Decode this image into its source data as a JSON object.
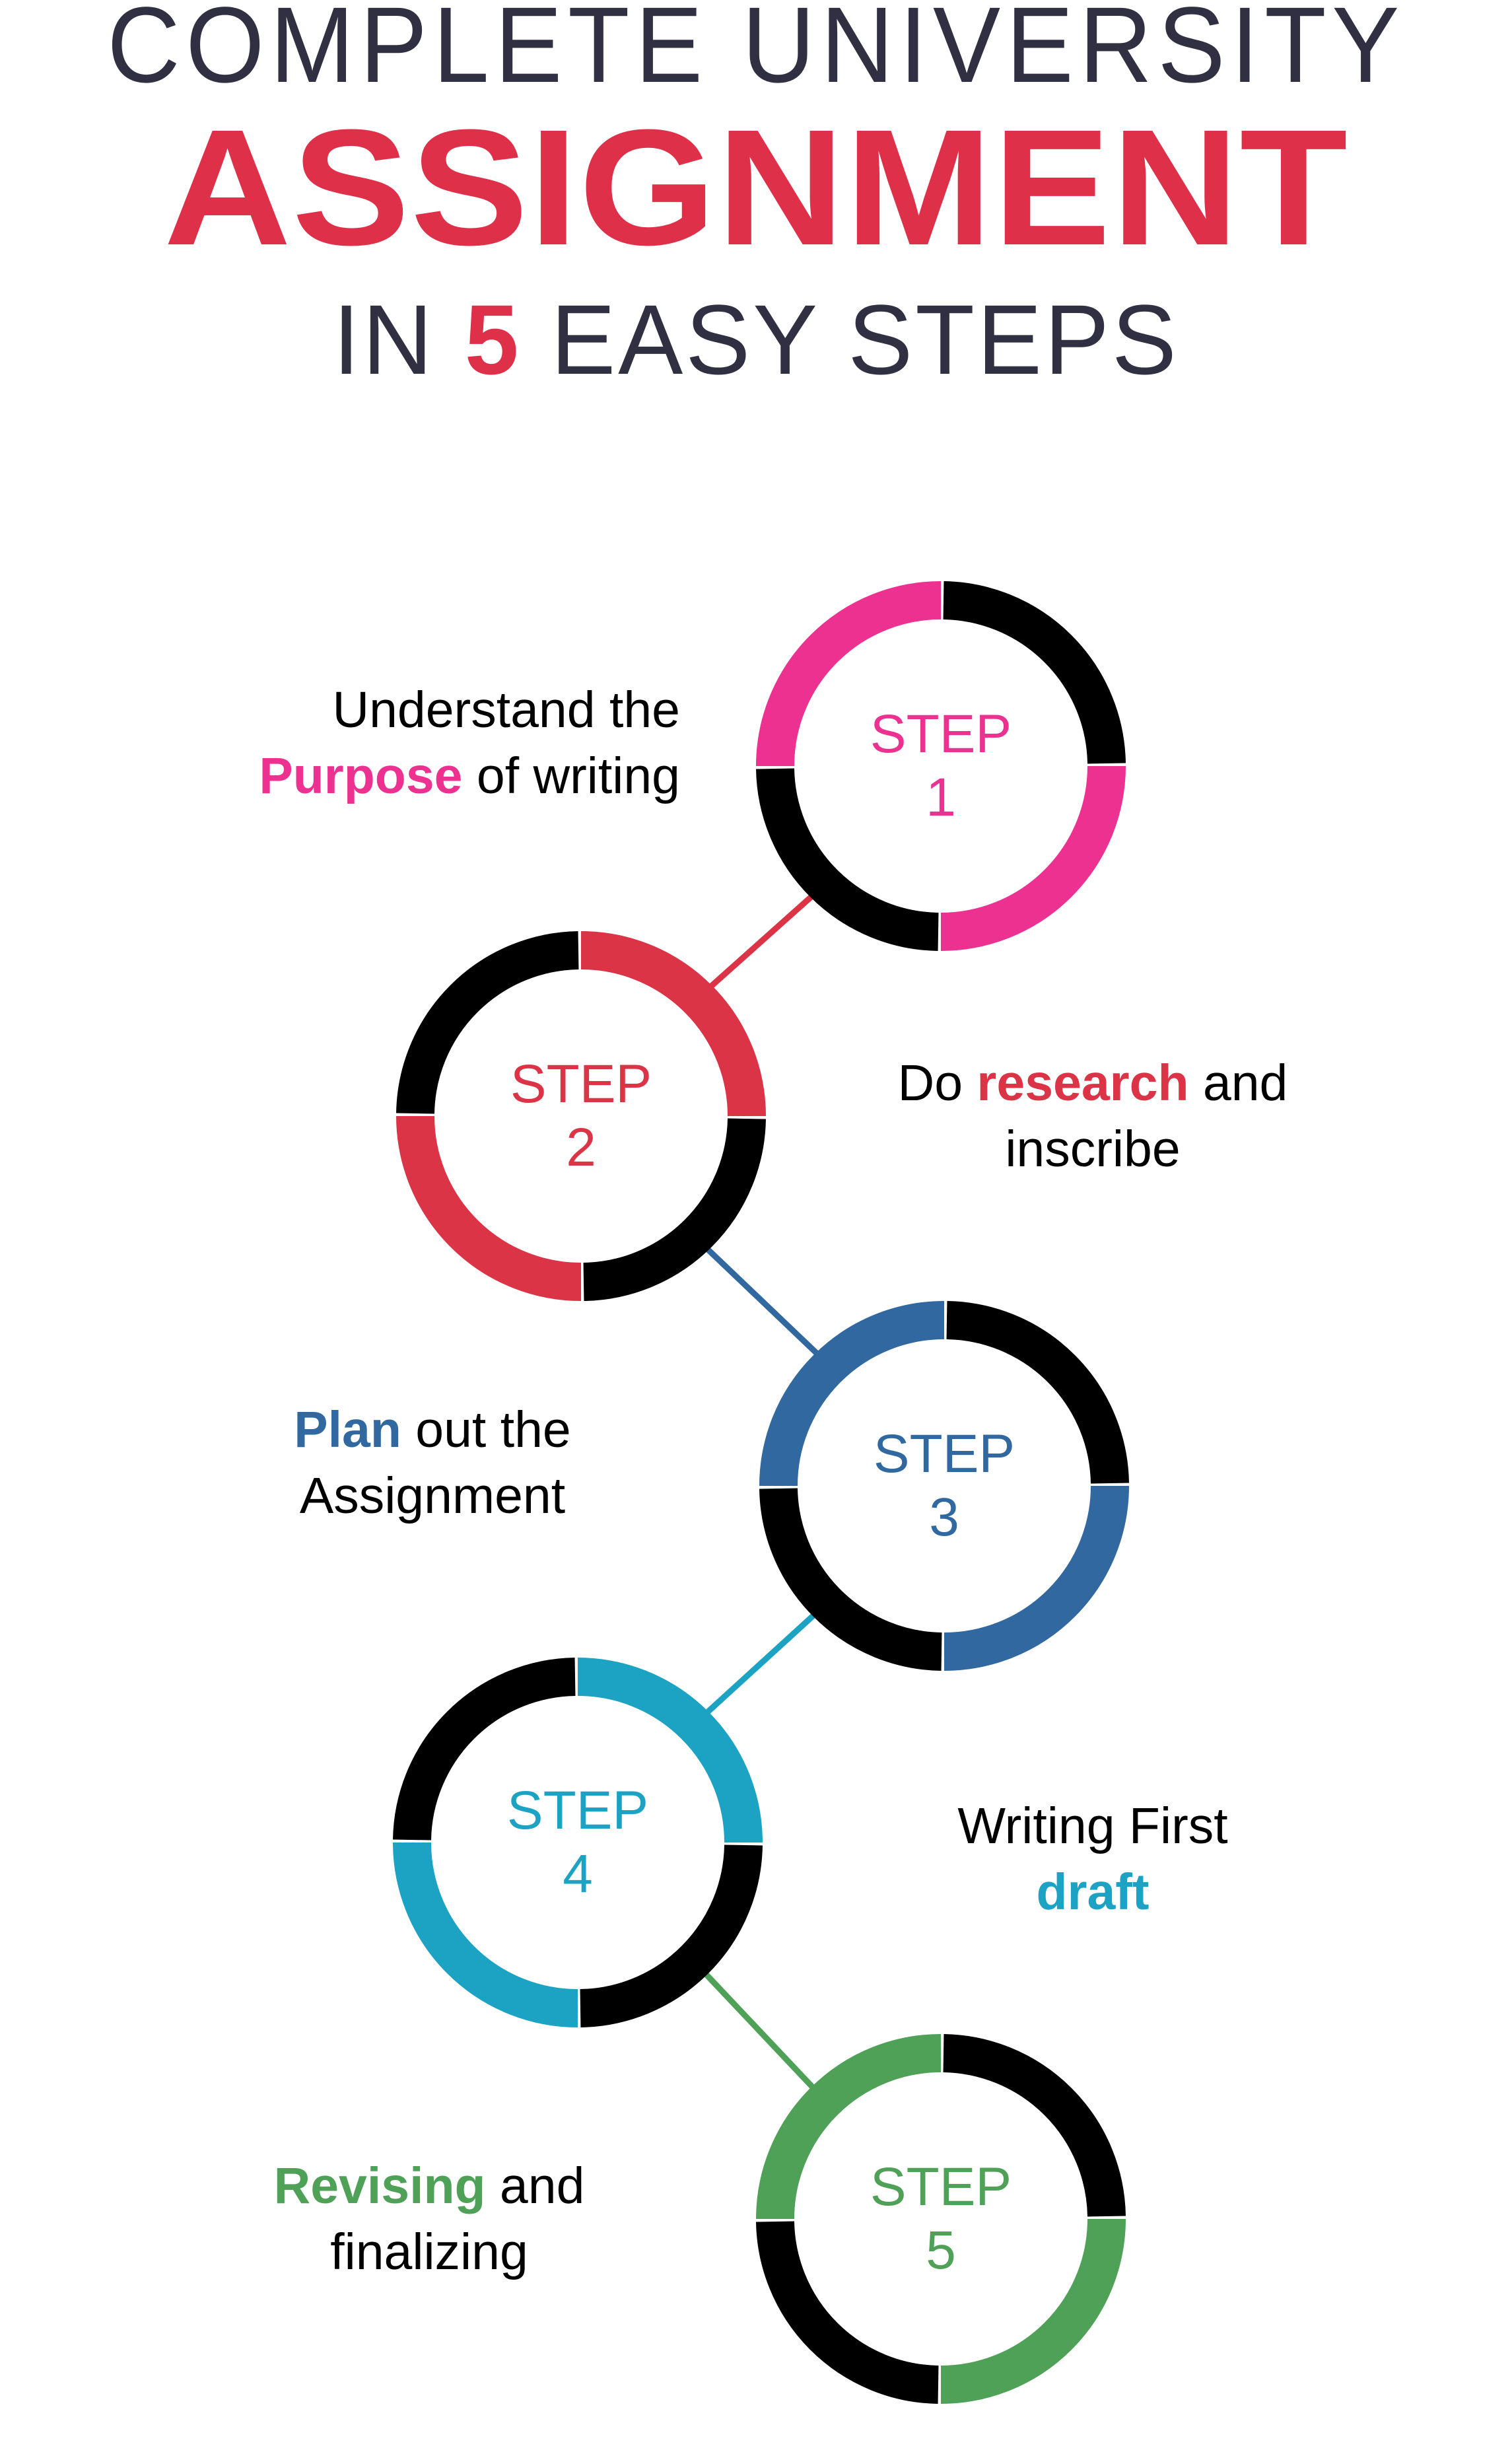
{
  "header": {
    "line1": "COMPLETE UNIVERSITY",
    "line2": "ASSIGNMENT",
    "line3_pre": "IN ",
    "line3_num": "5",
    "line3_post": " EASY STEPS"
  },
  "colors": {
    "dark_navy": "#313043",
    "brand_red": "#DE3049",
    "step1_pink": "#EC3191",
    "step2_red": "#DB3447",
    "step3_blue": "#30689F",
    "step4_cyan": "#1CA3C4",
    "step5_green": "#4EA157",
    "ring_black": "#000000",
    "text_black": "#000000",
    "background": "#FFFFFF"
  },
  "chart_data": {
    "type": "diagram",
    "title": "COMPLETE UNIVERSITY ASSIGNMENT IN 5 EASY STEPS",
    "layout": "vertical-zigzag-process",
    "step_count": 5,
    "steps": [
      {
        "id": 1,
        "step_word": "STEP",
        "step_number": "1",
        "color": "#EC3191",
        "caption_lines": [
          [
            {
              "text": "Understand the",
              "bold": false
            }
          ],
          [
            {
              "text": "Purpose",
              "bold": true
            },
            {
              "text": " of writing",
              "bold": false
            }
          ]
        ],
        "caption_plain": "Understand the Purpose of writing",
        "caption_side": "left",
        "circle_center": [
          1425,
          1160
        ],
        "circle_radius": 251
      },
      {
        "id": 2,
        "step_word": "STEP",
        "step_number": "2",
        "color": "#DB3447",
        "caption_lines": [
          [
            {
              "text": "Do ",
              "bold": false
            },
            {
              "text": "research",
              "bold": true
            },
            {
              "text": " and",
              "bold": false
            }
          ],
          [
            {
              "text": "inscribe",
              "bold": false
            }
          ]
        ],
        "caption_plain": "Do research and inscribe",
        "caption_side": "right",
        "circle_center": [
          880,
          1690
        ],
        "circle_radius": 251
      },
      {
        "id": 3,
        "step_word": "STEP",
        "step_number": "3",
        "color": "#30689F",
        "caption_lines": [
          [
            {
              "text": "Plan",
              "bold": true
            },
            {
              "text": " out the",
              "bold": false
            }
          ],
          [
            {
              "text": "Assignment",
              "bold": false
            }
          ]
        ],
        "caption_plain": "Plan out the Assignment",
        "caption_side": "left",
        "circle_center": [
          1430,
          2250
        ],
        "circle_radius": 251
      },
      {
        "id": 4,
        "step_word": "STEP",
        "step_number": "4",
        "color": "#1CA3C4",
        "caption_lines": [
          [
            {
              "text": "Writing First",
              "bold": false
            }
          ],
          [
            {
              "text": "draft",
              "bold": true
            }
          ]
        ],
        "caption_plain": "Writing First draft",
        "caption_side": "right",
        "circle_center": [
          875,
          2790
        ],
        "circle_radius": 251
      },
      {
        "id": 5,
        "step_word": "STEP",
        "step_number": "5",
        "color": "#4EA157",
        "caption_lines": [
          [
            {
              "text": "Revising",
              "bold": true
            },
            {
              "text": " and",
              "bold": false
            }
          ],
          [
            {
              "text": "finalizing",
              "bold": false
            }
          ]
        ],
        "caption_plain": "Revising and finalizing",
        "caption_side": "left",
        "circle_center": [
          1425,
          3360
        ],
        "circle_radius": 251
      }
    ],
    "connectors": [
      {
        "from": 1,
        "to": 2,
        "color": "#DB3447"
      },
      {
        "from": 2,
        "to": 3,
        "color": "#30689F"
      },
      {
        "from": 3,
        "to": 4,
        "color": "#1CA3C4"
      },
      {
        "from": 4,
        "to": 5,
        "color": "#4EA157"
      }
    ]
  }
}
